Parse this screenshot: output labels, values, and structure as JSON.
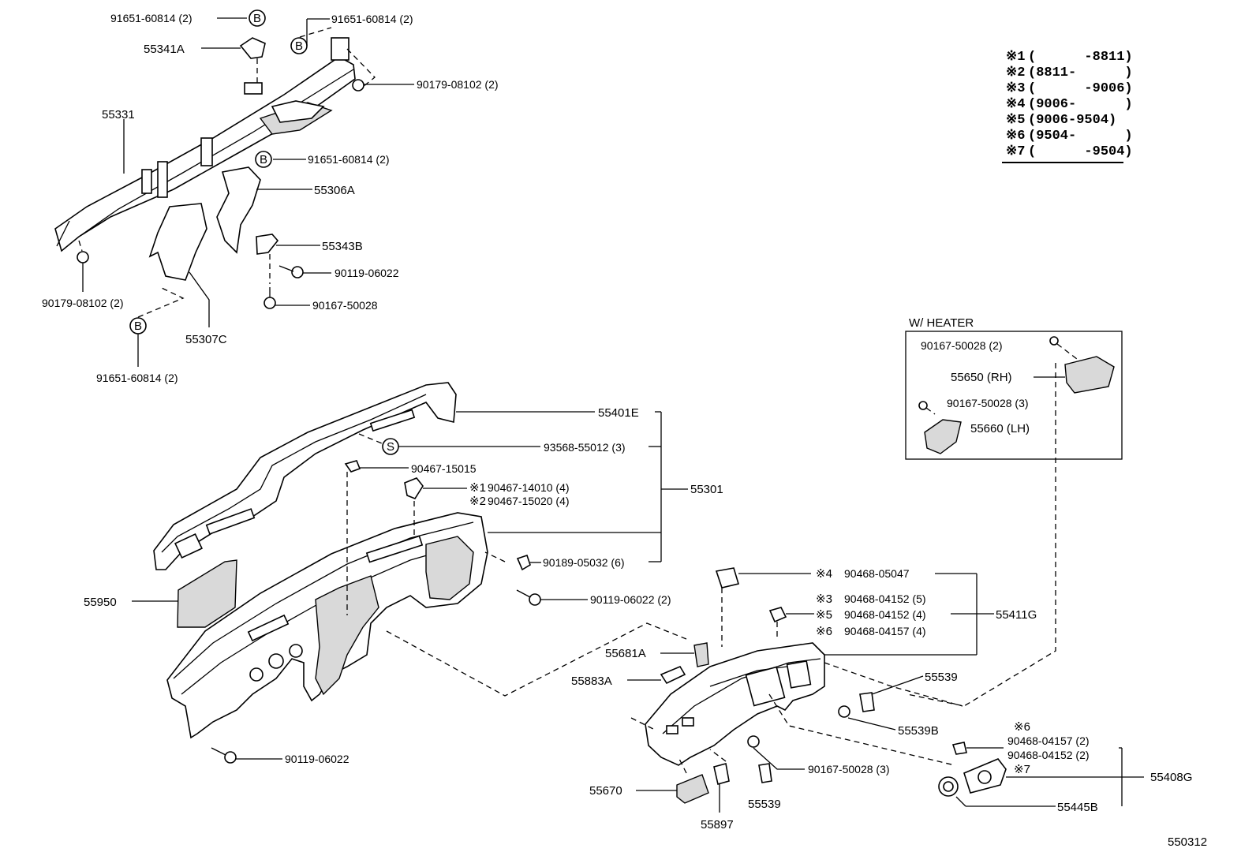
{
  "legend": [
    {
      "mark": "※1",
      "range": "(      -8811)"
    },
    {
      "mark": "※2",
      "range": "(8811-      )"
    },
    {
      "mark": "※3",
      "range": "(      -9006)"
    },
    {
      "mark": "※4",
      "range": "(9006-      )"
    },
    {
      "mark": "※5",
      "range": "(9006-9504)"
    },
    {
      "mark": "※6",
      "range": "(9504-      )"
    },
    {
      "mark": "※7",
      "range": "(      -9504)"
    }
  ],
  "callouts": {
    "b": "B",
    "s": "S"
  },
  "heater": {
    "title": "W/ HEATER",
    "bolt_rh": "90167-50028 (2)",
    "rh": "55650 (RH)",
    "bolt_lh": "90167-50028 (3)",
    "lh": "55660 (LH)"
  },
  "labels": {
    "l_91651_a": "91651-60814 (2)",
    "l_91651_b": "91651-60814 (2)",
    "l_55341a": "55341A",
    "l_90179_a": "90179-08102 (2)",
    "l_55331": "55331",
    "l_91651_c": "91651-60814 (2)",
    "l_55306a": "55306A",
    "l_55343b": "55343B",
    "l_90119_a": "90119-06022",
    "l_90167_a": "90167-50028",
    "l_90179_b": "90179-08102 (2)",
    "l_55307c": "55307C",
    "l_91651_d": "91651-60814 (2)",
    "l_55401e": "55401E",
    "l_93568": "93568-55012 (3)",
    "l_90467_a": "90467-15015",
    "l_m1": "※1",
    "l_90467_b": "90467-14010 (4)",
    "l_m2": "※2",
    "l_90467_c": "90467-15020 (4)",
    "l_55301": "55301",
    "l_90189": "90189-05032 (6)",
    "l_90119_b": "90119-06022 (2)",
    "l_55950": "55950",
    "l_90119_c": "90119-06022",
    "l_m4": "※4",
    "l_90468_a": "90468-05047",
    "l_m3": "※3",
    "l_90468_b": "90468-04152 (5)",
    "l_m5": "※5",
    "l_90468_c": "90468-04152 (4)",
    "l_m6": "※6",
    "l_90468_d": "90468-04157 (4)",
    "l_55411g": "55411G",
    "l_55681a": "55681A",
    "l_55883a": "55883A",
    "l_55539_a": "55539",
    "l_55539b": "55539B",
    "l_90167_b": "90167-50028 (3)",
    "l_m6b": "※6",
    "l_90468_e": "90468-04157 (2)",
    "l_90468_f": "90468-04152 (2)",
    "l_m7": "※7",
    "l_55408g": "55408G",
    "l_55670": "55670",
    "l_55539_b": "55539",
    "l_55897": "55897",
    "l_55445b": "55445B",
    "l_code": "550312"
  }
}
